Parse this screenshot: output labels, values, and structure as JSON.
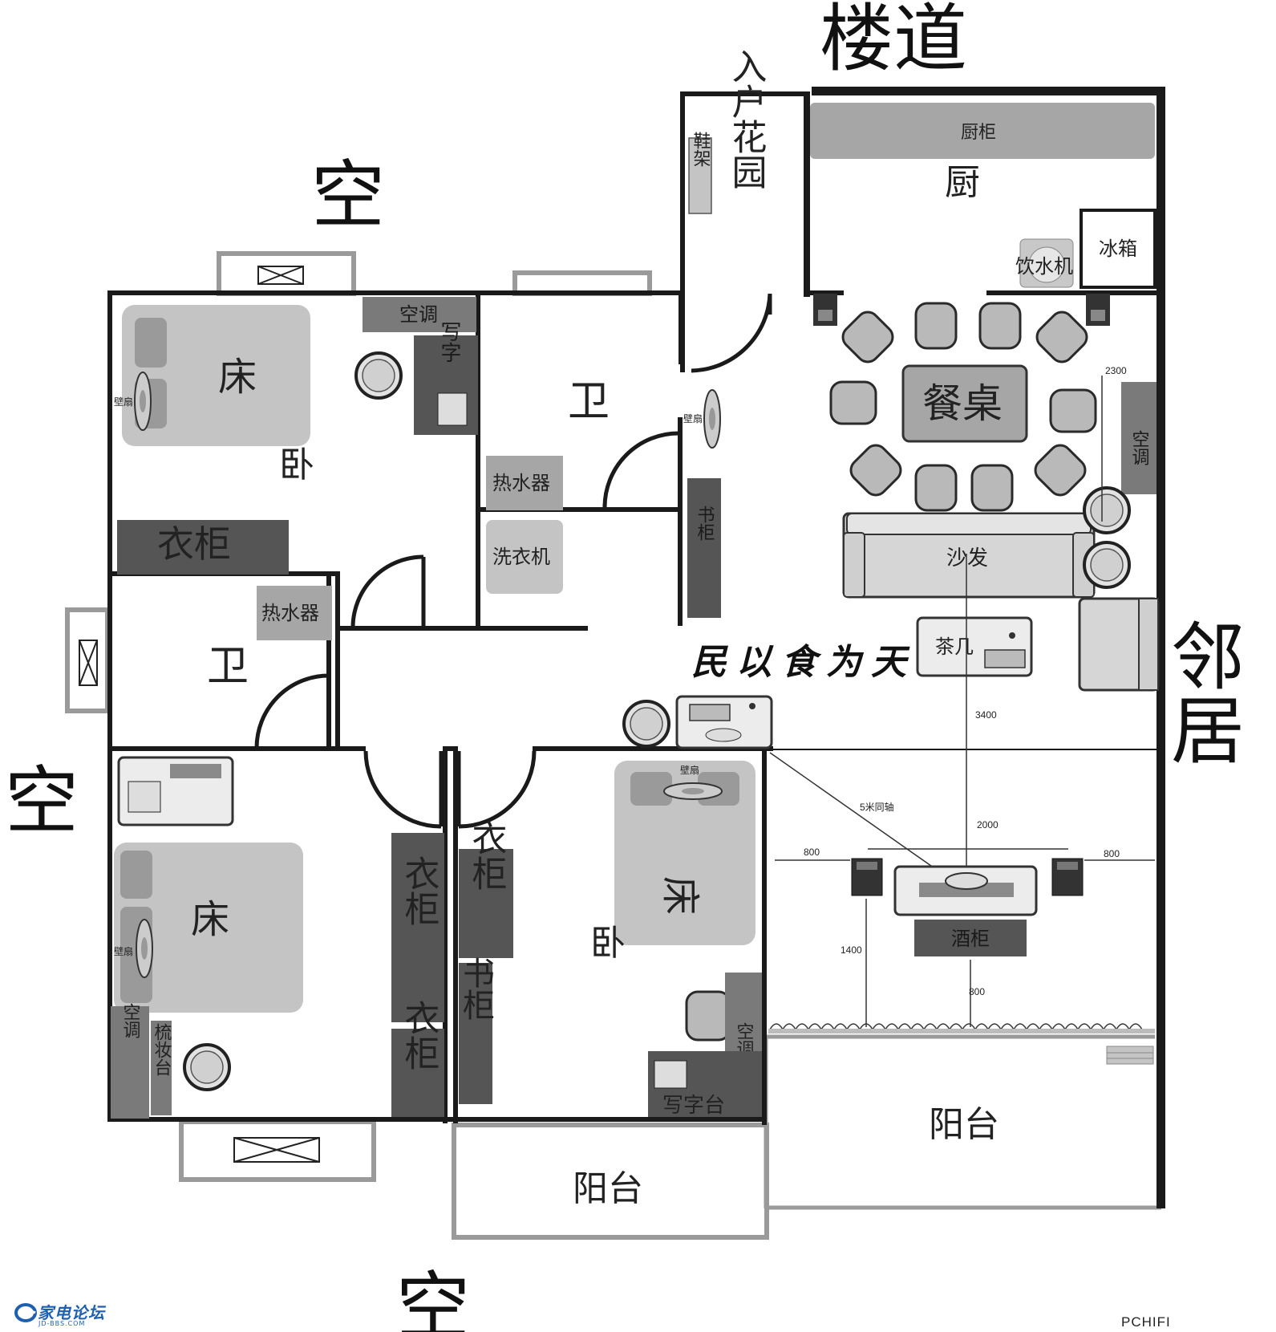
{
  "surroundings": {
    "corridor": "楼道",
    "void_top": "空",
    "void_left": "空",
    "void_bottom": "空",
    "neighbor": "邻居"
  },
  "rooms": {
    "entry_garden": "入户花园",
    "kitchen": "厨",
    "bedroom_main": "卧",
    "bedroom_second": "卧",
    "bathroom_main": "卫",
    "bathroom_second": "卫",
    "balcony_left": "阳台",
    "balcony_right": "阳台"
  },
  "furniture": {
    "shoe_rack": "鞋架",
    "kitchen_cabinet": "厨柜",
    "fridge": "冰箱",
    "water_dispenser": "饮水机",
    "dining_table": "餐桌",
    "sofa": "沙发",
    "tea_table": "茶几",
    "wine_cabinet": "酒柜",
    "bed": "床",
    "wardrobe": "衣柜",
    "air_conditioner": "空调",
    "desk": "写字",
    "desk_full": "写字台",
    "water_heater": "热水器",
    "washing_machine": "洗衣机",
    "bookshelf": "书柜",
    "dresser": "梳妆台",
    "wall_fan": "壁扇"
  },
  "motto": "民以食为天",
  "dimensions": {
    "d2300": "2300",
    "d3400": "3400",
    "d2000": "2000",
    "d800_left": "800",
    "d800_right": "800",
    "d1400": "1400",
    "d800_bottom": "800",
    "coax": "5米同轴"
  },
  "branding": {
    "site": "家电论坛",
    "url": "JD-BBS.COM",
    "credit": "PCHIFI"
  },
  "colors": {
    "wall": "#1a1a1a",
    "light_gray": "#c4c4c4",
    "mid_gray": "#a6a6a6",
    "dark_gray": "#555555",
    "brand_blue": "#1f5fb0"
  }
}
